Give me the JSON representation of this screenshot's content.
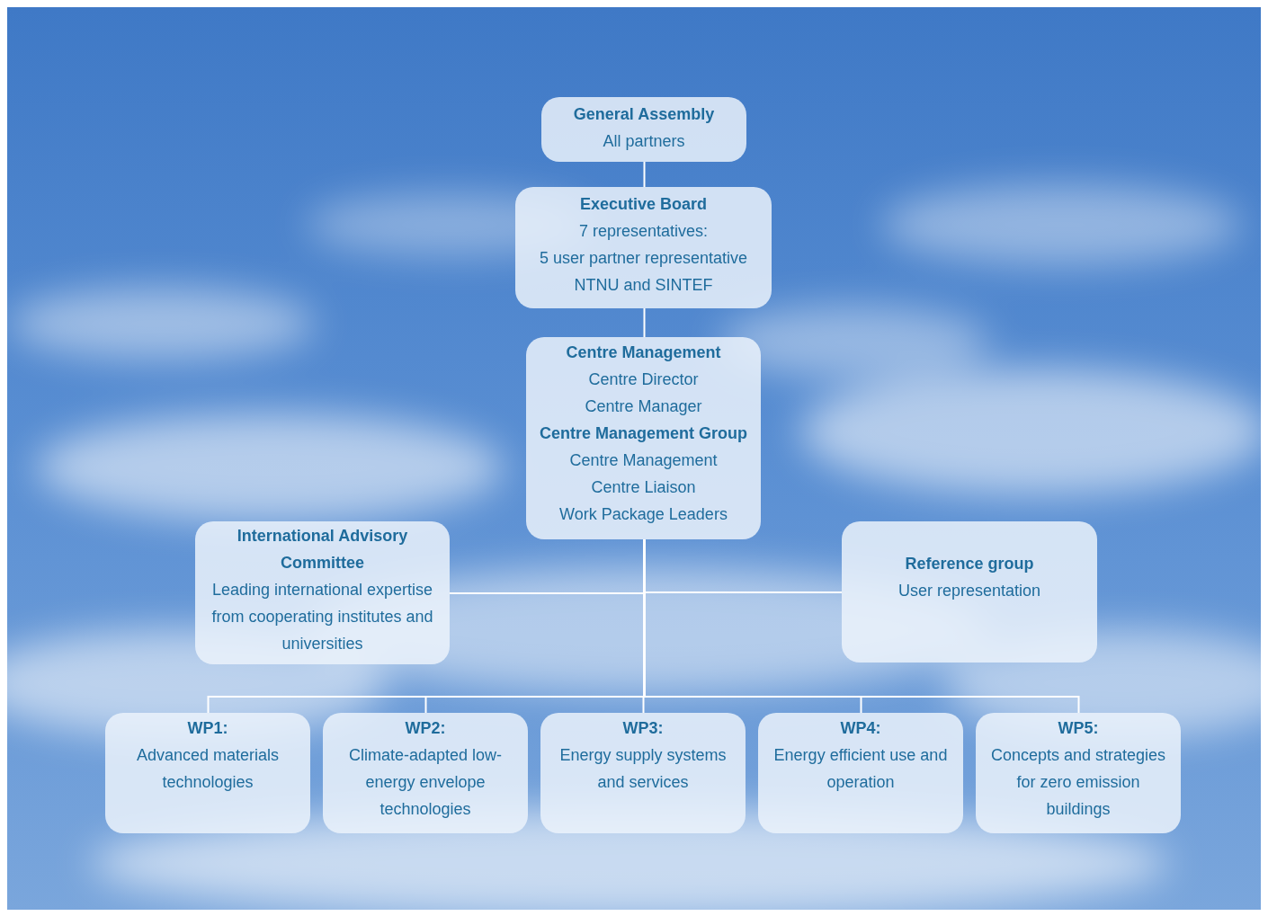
{
  "diagram": {
    "nodes": [
      {
        "text": [
          "General Assembly",
          "All partners"
        ]
      },
      {
        "text": [
          "Executive Board",
          "7 representatives:",
          "5 user partner representative",
          "NTNU and SINTEF"
        ]
      },
      {
        "text": [
          "Centre Management",
          "Centre Director",
          "Centre Manager",
          "Centre Management Group",
          "Centre Management",
          "Centre Liaison",
          "Work Package Leaders"
        ]
      },
      {
        "text": [
          "International Advisory Committee",
          "Leading international expertise from cooperating institutes and universities"
        ]
      },
      {
        "text": [
          "Reference group",
          "User representation"
        ]
      },
      {
        "text": [
          "WP1:",
          "Advanced materials technologies"
        ]
      },
      {
        "text": [
          "WP2:",
          "Climate-adapted low-energy envelope technologies"
        ]
      },
      {
        "text": [
          "WP3:",
          "Energy supply systems and services"
        ]
      },
      {
        "text": [
          "WP4:",
          "Energy efficient use and operation"
        ]
      },
      {
        "text": [
          "WP5:",
          "Concepts and strategies for zero emission buildings"
        ]
      }
    ],
    "edges": [
      {
        "from": 0,
        "to": 1,
        "arrow": "none"
      },
      {
        "from": 1,
        "to": 2,
        "arrow": "none"
      },
      {
        "from": 2,
        "to": 3,
        "arrow": "none"
      },
      {
        "from": 2,
        "to": 4,
        "arrow": "none"
      },
      {
        "from": 2,
        "to": 5,
        "arrow": "none"
      },
      {
        "from": 2,
        "to": 6,
        "arrow": "none"
      },
      {
        "from": 2,
        "to": 7,
        "arrow": "none"
      },
      {
        "from": 2,
        "to": 8,
        "arrow": "none"
      },
      {
        "from": 2,
        "to": 9,
        "arrow": "none"
      }
    ]
  }
}
